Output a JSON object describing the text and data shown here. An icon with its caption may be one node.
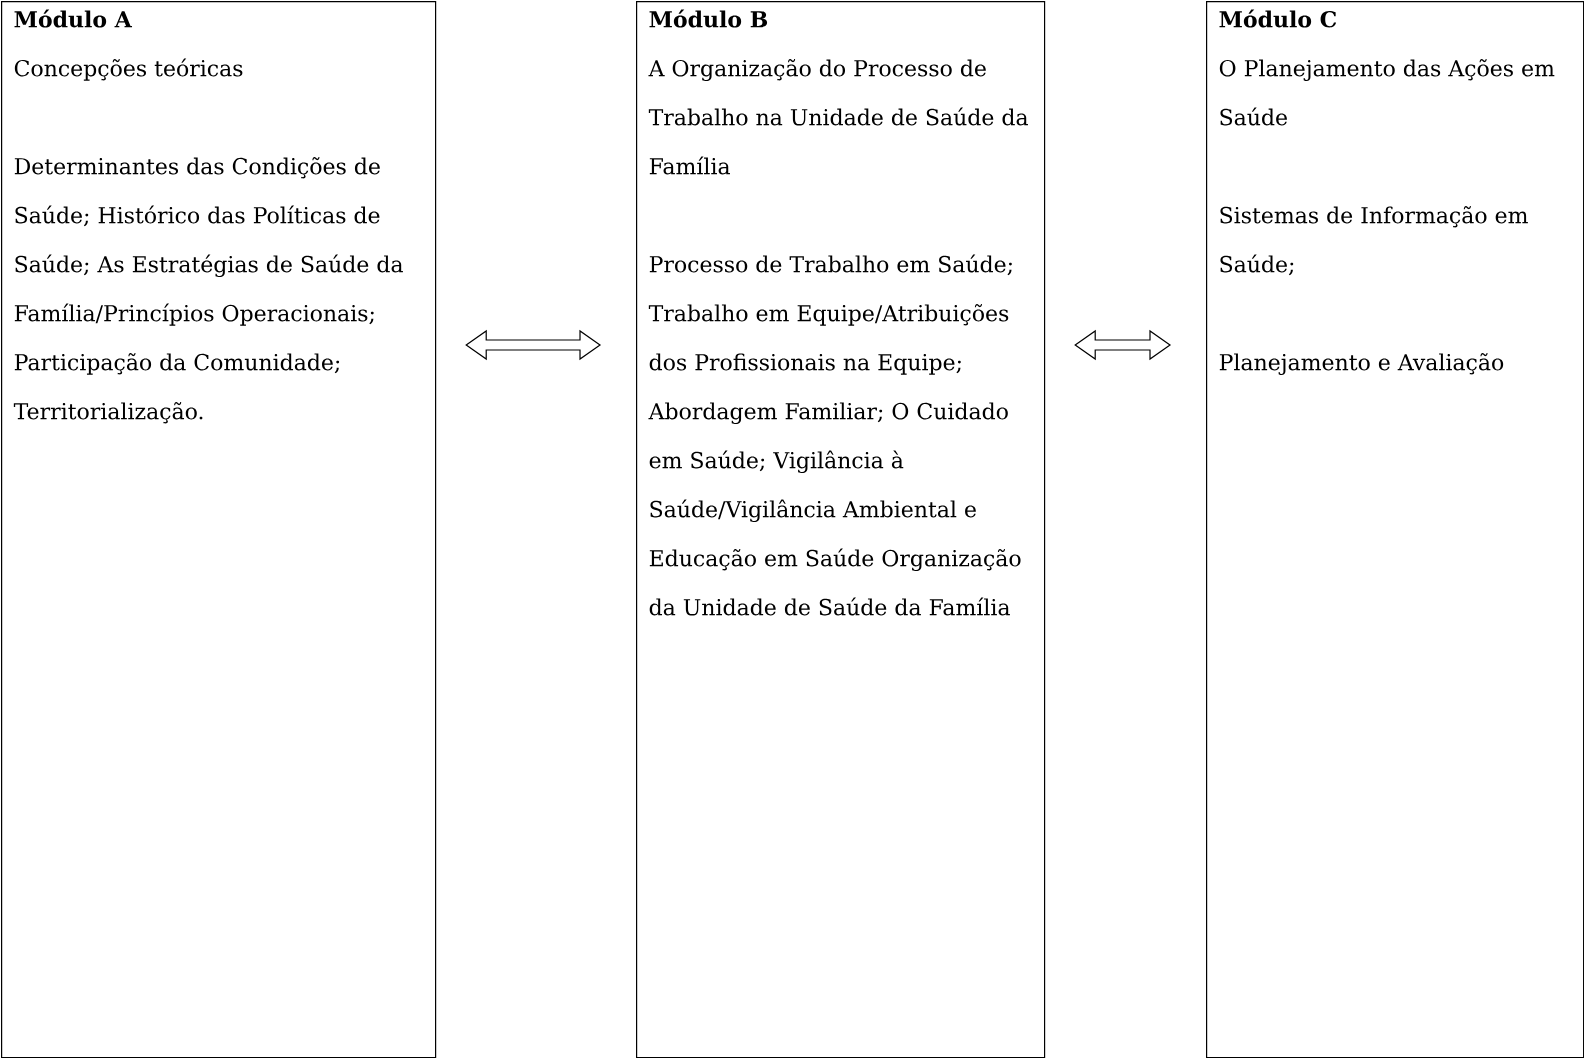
{
  "diagram": {
    "nodes": [
      {
        "text": [
          "Módulo A",
          "Concepções teóricas",
          "Determinantes das Condições de Saúde; Histórico das Políticas de Saúde; As Estratégias de Saúde da Família/Princípios Operacionais; Participação da Comunidade; Territorialização."
        ]
      },
      {
        "text": [
          "Módulo B",
          "A Organização do Processo de Trabalho na Unidade de Saúde da Família",
          "Processo de Trabalho em Saúde; Trabalho em Equipe/Atribuições dos Profissionais na Equipe; Abordagem Familiar; O Cuidado em Saúde; Vigilância à Saúde/Vigilância Ambiental e Educação em Saúde Organização da Unidade de Saúde da Família"
        ]
      },
      {
        "text": [
          "Módulo C",
          "O Planejamento das Ações em Saúde",
          "Sistemas de Informação em Saúde;",
          "Planejamento e Avaliação"
        ]
      }
    ],
    "edges": [
      {
        "from": 0,
        "to": 1,
        "arrow": "both"
      },
      {
        "from": 1,
        "to": 2,
        "arrow": "both"
      }
    ]
  }
}
